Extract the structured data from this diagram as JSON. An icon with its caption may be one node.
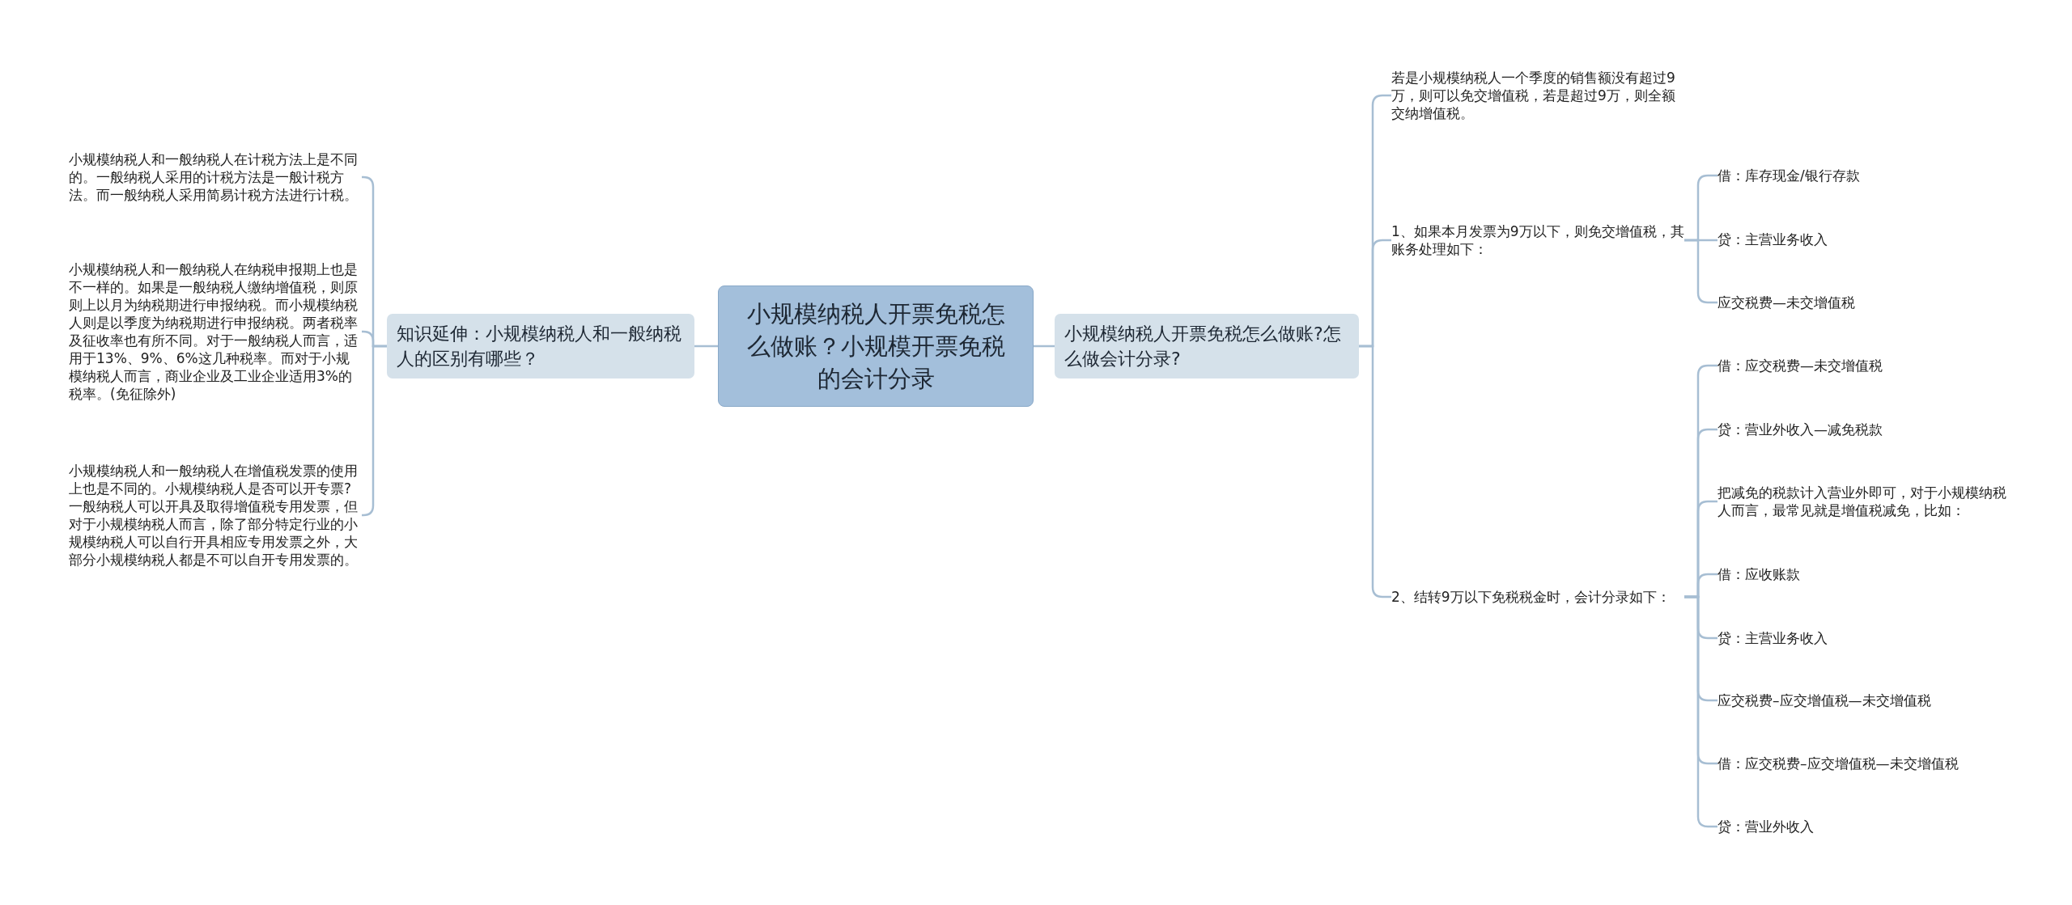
{
  "diagram": {
    "nodes": [
      {
        "text": [
          "小规模纳税人开票免税怎么做账？小规模开票免税的会计分录"
        ]
      },
      {
        "text": [
          "知识延伸：小规模纳税人和一般纳税人的区别有哪些？"
        ]
      },
      {
        "text": [
          "小规模纳税人和一般纳税人在计税方法上是不同的。一般纳税人采用的计税方法是一般计税方法。而一般纳税人采用简易计税方法进行计税。"
        ]
      },
      {
        "text": [
          "小规模纳税人和一般纳税人在纳税申报期上也是不一样的。如果是一般纳税人缴纳增值税，则原则上以月为纳税期进行申报纳税。而小规模纳税人则是以季度为纳税期进行申报纳税。两者税率及征收率也有所不同。对于一般纳税人而言，适用于13%、9%、6%这几种税率。而对于小规模纳税人而言，商业企业及工业企业适用3%的税率。(免征除外)"
        ]
      },
      {
        "text": [
          "小规模纳税人和一般纳税人在增值税发票的使用上也是不同的。小规模纳税人是否可以开专票?一般纳税人可以开具及取得增值税专用发票，但对于小规模纳税人而言，除了部分特定行业的小规模纳税人可以自行开具相应专用发票之外，大部分小规模纳税人都是不可以自开专用发票的。"
        ]
      },
      {
        "text": [
          "小规模纳税人开票免税怎么做账?怎么做会计分录?"
        ]
      },
      {
        "text": [
          "若是小规模纳税人一个季度的销售额没有超过9万，则可以免交增值税，若是超过9万，则全额交纳增值税。"
        ]
      },
      {
        "text": [
          "1、如果本月发票为9万以下，则免交增值税，其账务处理如下："
        ]
      },
      {
        "text": [
          "借：库存现金/银行存款"
        ]
      },
      {
        "text": [
          "贷：主营业务收入"
        ]
      },
      {
        "text": [
          "应交税费—未交增值税"
        ]
      },
      {
        "text": [
          "2、结转9万以下免税税金时，会计分录如下："
        ]
      },
      {
        "text": [
          "借：应交税费—未交增值税"
        ]
      },
      {
        "text": [
          "贷：营业外收入—减免税款"
        ]
      },
      {
        "text": [
          "把减免的税款计入营业外即可，对于小规模纳税人而言，最常见就是增值税减免，比如："
        ]
      },
      {
        "text": [
          "借：应收账款"
        ]
      },
      {
        "text": [
          "贷：主营业务收入"
        ]
      },
      {
        "text": [
          "应交税费–应交增值税—未交增值税"
        ]
      },
      {
        "text": [
          "借：应交税费–应交增值税—未交增值税"
        ]
      },
      {
        "text": [
          "贷：营业外收入"
        ]
      }
    ],
    "edges": [
      {
        "from": 0,
        "to": 1,
        "arrow": "none"
      },
      {
        "from": 1,
        "to": 2,
        "arrow": "none"
      },
      {
        "from": 1,
        "to": 3,
        "arrow": "none"
      },
      {
        "from": 1,
        "to": 4,
        "arrow": "none"
      },
      {
        "from": 0,
        "to": 5,
        "arrow": "none"
      },
      {
        "from": 5,
        "to": 6,
        "arrow": "none"
      },
      {
        "from": 5,
        "to": 7,
        "arrow": "none"
      },
      {
        "from": 5,
        "to": 11,
        "arrow": "none"
      },
      {
        "from": 7,
        "to": 8,
        "arrow": "none"
      },
      {
        "from": 7,
        "to": 9,
        "arrow": "none"
      },
      {
        "from": 7,
        "to": 10,
        "arrow": "none"
      },
      {
        "from": 11,
        "to": 12,
        "arrow": "none"
      },
      {
        "from": 11,
        "to": 13,
        "arrow": "none"
      },
      {
        "from": 11,
        "to": 14,
        "arrow": "none"
      },
      {
        "from": 11,
        "to": 15,
        "arrow": "none"
      },
      {
        "from": 11,
        "to": 16,
        "arrow": "none"
      },
      {
        "from": 11,
        "to": 17,
        "arrow": "none"
      },
      {
        "from": 11,
        "to": 18,
        "arrow": "none"
      },
      {
        "from": 11,
        "to": 19,
        "arrow": "none"
      }
    ]
  }
}
